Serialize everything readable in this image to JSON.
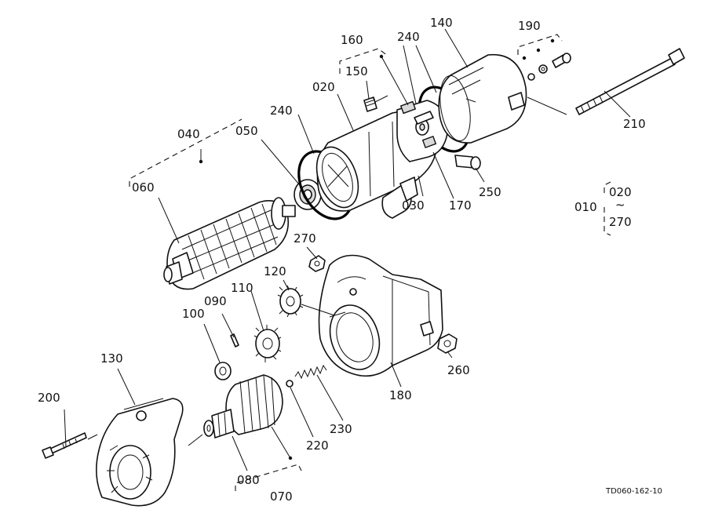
{
  "labels": {
    "p010": "010",
    "p020": "020",
    "p020r": "020",
    "tilde": "~",
    "p270r": "270",
    "p030": "030",
    "p040": "040",
    "p050": "050",
    "p060": "060",
    "p070": "070",
    "p080": "080",
    "p090": "090",
    "p100": "100",
    "p110": "110",
    "p120": "120",
    "p130": "130",
    "p140": "140",
    "p150": "150",
    "p160": "160",
    "p170": "170",
    "p180": "180",
    "p190": "190",
    "p200": "200",
    "p210": "210",
    "p220": "220",
    "p230": "230",
    "p240a": "240",
    "p240b": "240",
    "p250": "250",
    "p260": "260",
    "p270": "270"
  },
  "drawing_code": "TD060-162-10"
}
